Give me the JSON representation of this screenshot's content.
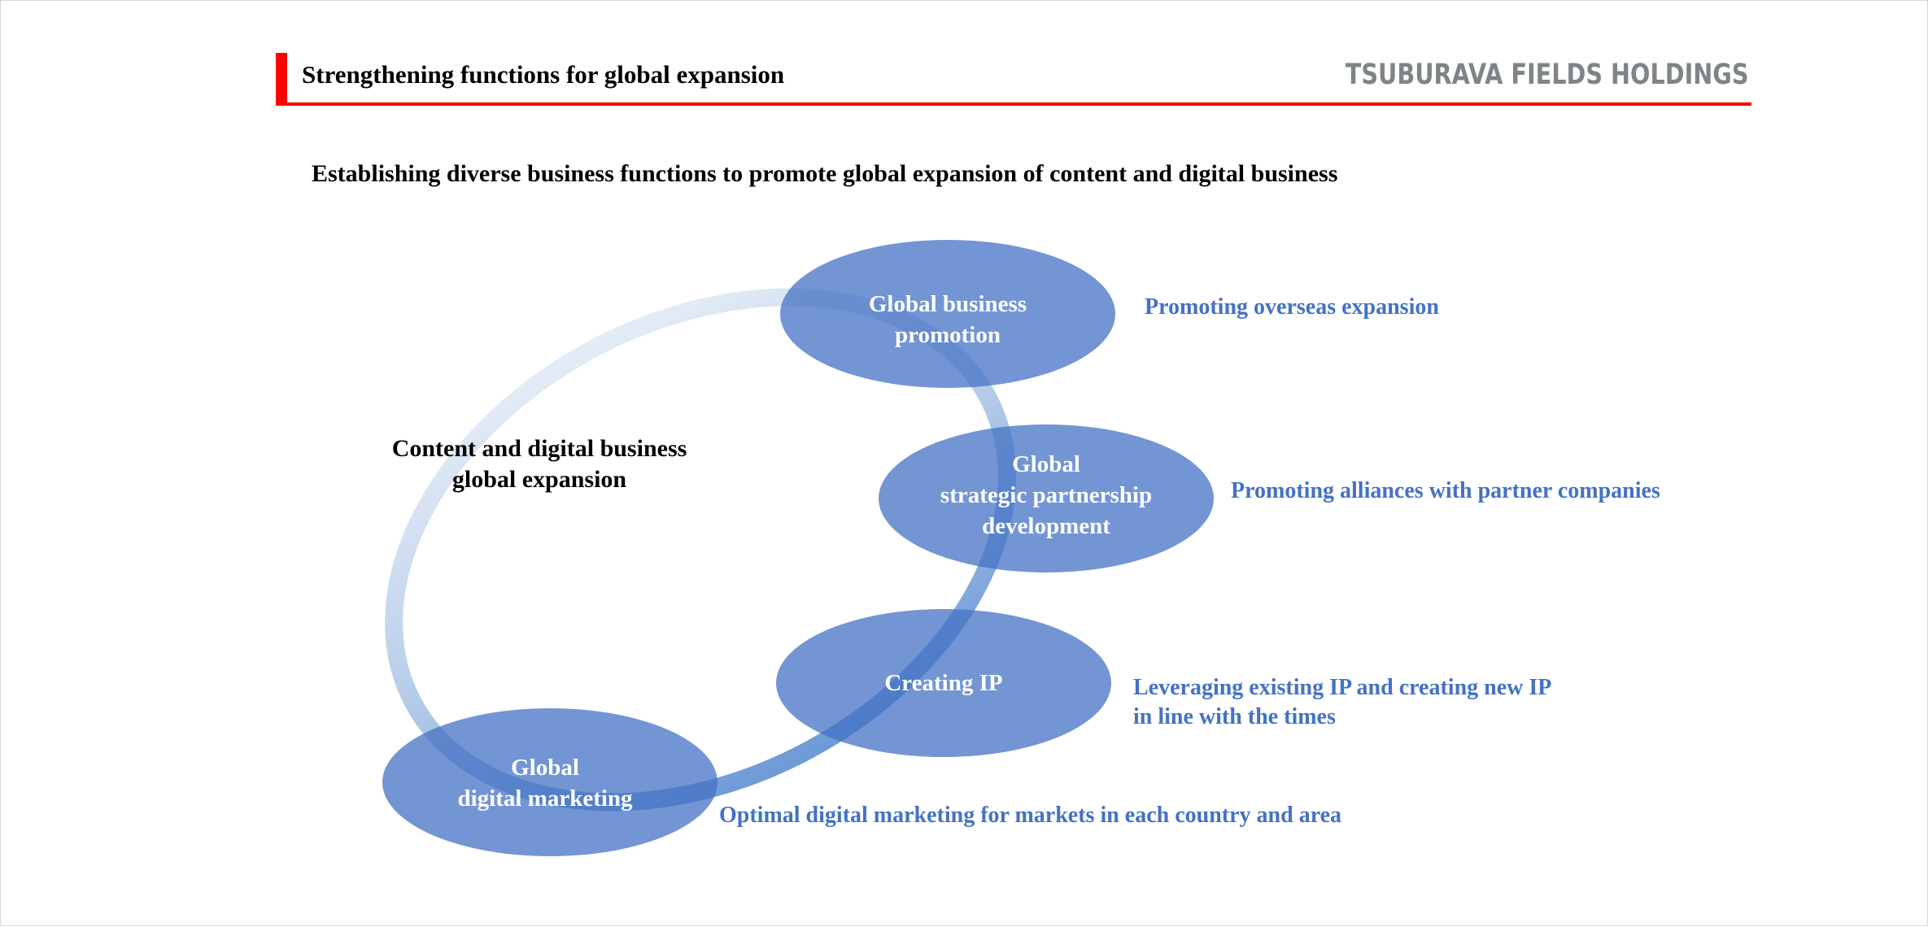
{
  "header": {
    "title": "Strengthening functions for global expansion",
    "brand": "TSUBURAVA FIELDS HOLDINGS"
  },
  "subtitle": "Establishing diverse business functions to promote global expansion of content and digital business",
  "cycle": {
    "label_line1": "Content and digital business",
    "label_line2": "global expansion"
  },
  "nodes": [
    {
      "name": "global-business-promotion",
      "lines": [
        "Global business",
        "promotion"
      ],
      "description": [
        "Promoting overseas expansion"
      ]
    },
    {
      "name": "global-strategic-partnership",
      "lines": [
        "Global",
        "strategic partnership",
        "development"
      ],
      "description": [
        "Promoting alliances with partner companies"
      ]
    },
    {
      "name": "creating-ip",
      "lines": [
        "Creating IP"
      ],
      "description": [
        "Leveraging existing IP and creating new IP",
        "in line with the times"
      ]
    },
    {
      "name": "global-digital-marketing",
      "lines": [
        "Global",
        "digital marketing"
      ],
      "description": [
        "Optimal digital marketing for markets in each country and area"
      ]
    }
  ],
  "colors": {
    "accent_red": "#ff0000",
    "node_fill": "#4472c4",
    "description_text": "#4472c4",
    "ring_light": "#dae5f4",
    "ring_dark": "#5b8bd1",
    "brand_gray": "#7f8487"
  }
}
